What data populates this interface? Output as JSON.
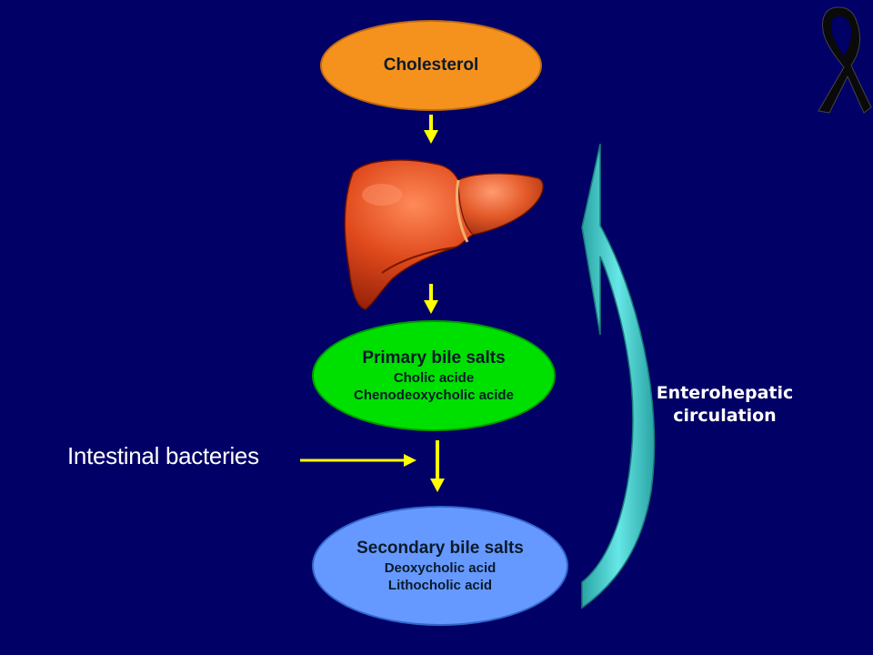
{
  "colors": {
    "background": "#000066",
    "cholesterol": "#f5921e",
    "primary": "#00e000",
    "secondary": "#6699ff",
    "arrow_yellow": "#ffff00",
    "return_arrow": "#33cccc",
    "liver": "#c83010"
  },
  "nodes": {
    "cholesterol": {
      "title": "Cholesterol"
    },
    "primary": {
      "title": "Primary bile salts",
      "lines": [
        "Cholic acide",
        "Chenodeoxycholic acide"
      ]
    },
    "secondary": {
      "title": "Secondary bile salts",
      "lines": [
        "Deoxycholic acid",
        "Lithocholic acid"
      ]
    }
  },
  "labels": {
    "bacteria": "Intestinal bacteries",
    "entero_line1": "Enterohepatic",
    "entero_line2": "circulation"
  },
  "icons": {
    "ribbon": "awareness-ribbon-icon",
    "liver": "liver-illustration"
  }
}
